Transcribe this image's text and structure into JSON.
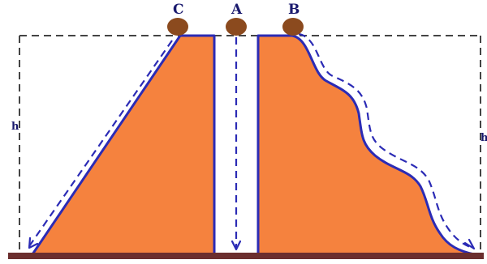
{
  "labels": {
    "ball_c": "C",
    "ball_a": "A",
    "ball_b": "B",
    "height_left": "h",
    "height_right": "h"
  },
  "colors": {
    "ramp_fill": "#F5823E",
    "outline": "#2B2BB5",
    "ball": "#8B4A1E",
    "ground": "#6B2E2E",
    "guide": "#444444"
  }
}
